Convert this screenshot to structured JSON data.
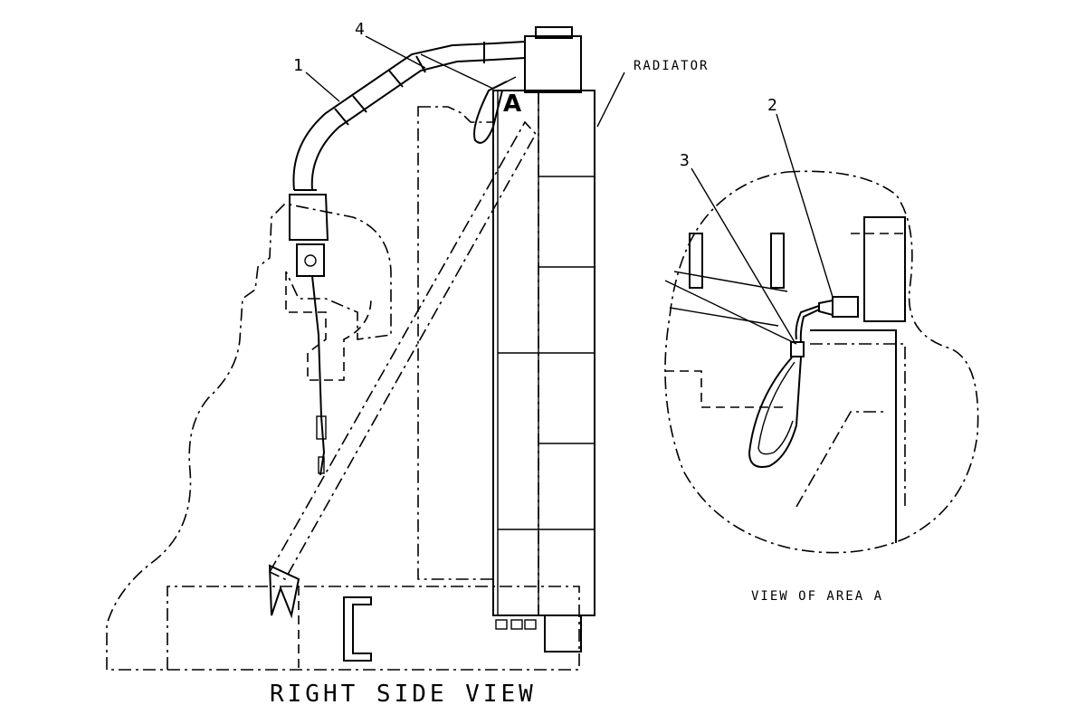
{
  "labels": {
    "radiator": "RADIATOR",
    "area_marker": "A",
    "right_side_view": "RIGHT SIDE VIEW",
    "view_of_area_a": "VIEW OF AREA A"
  },
  "callouts": [
    "1",
    "2",
    "3",
    "4"
  ]
}
